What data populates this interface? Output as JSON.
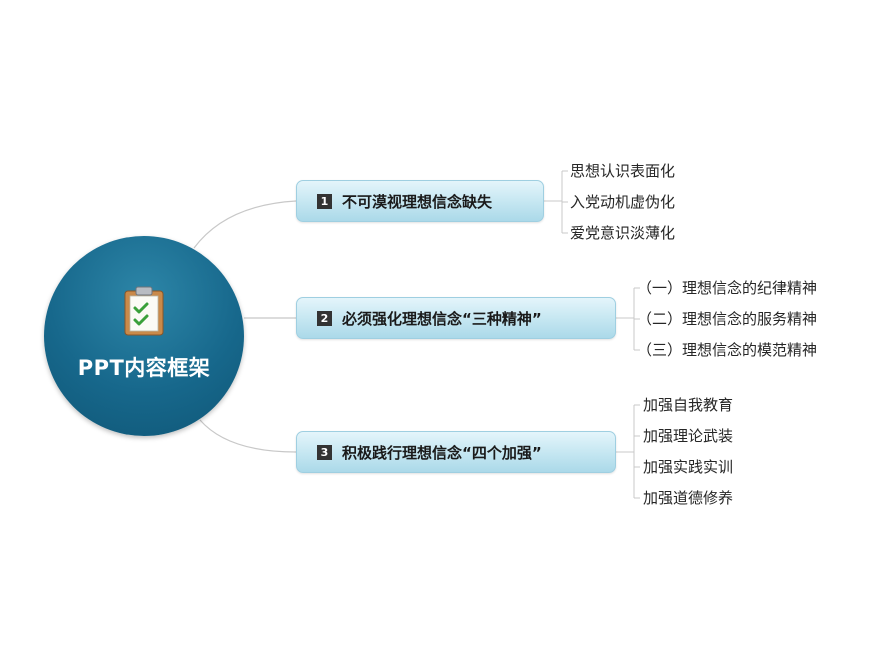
{
  "root": {
    "title": "PPT内容框架",
    "icon": "clipboard-check-icon"
  },
  "branches": [
    {
      "number": "1",
      "label": "不可漠视理想信念缺失",
      "children": [
        "思想认识表面化",
        "入党动机虚伪化",
        "爱党意识淡薄化"
      ]
    },
    {
      "number": "2",
      "label": "必须强化理想信念“三种精神”",
      "children": [
        "（一）理想信念的纪律精神",
        "（二）理想信念的服务精神",
        "（三）理想信念的模范精神"
      ]
    },
    {
      "number": "3",
      "label": "积极践行理想信念“四个加强”",
      "children": [
        "加强自我教育",
        "加强理论武装",
        "加强实践实训",
        "加强道德修养"
      ]
    }
  ],
  "colors": {
    "root": "#17688c",
    "branch": "#c4e6f1",
    "connector": "#c8c8c8"
  }
}
